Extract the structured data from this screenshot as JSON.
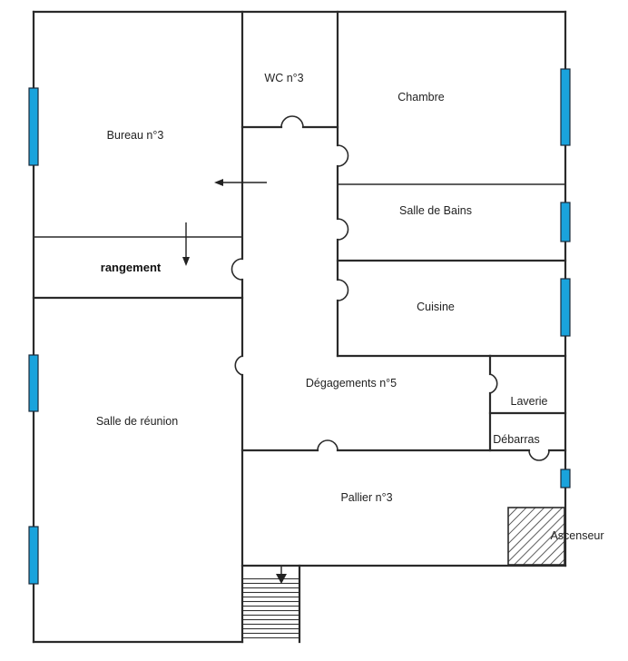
{
  "plan": {
    "rooms": {
      "wc": "WC n°3",
      "chambre": "Chambre",
      "bureau": "Bureau n°3",
      "salle_de_bains": "Salle de Bains",
      "rangement": "rangement",
      "cuisine": "Cuisine",
      "degagements": "Dégagements n°5",
      "laverie": "Laverie",
      "salle_de_reunion": "Salle de réunion",
      "debarras": "Débarras",
      "pallier": "Pallier n°3",
      "ascenseur": "Ascenseur"
    },
    "colors": {
      "window": "#1aa3dc",
      "walls": "#2a2a2a",
      "background": "#ffffff"
    }
  }
}
